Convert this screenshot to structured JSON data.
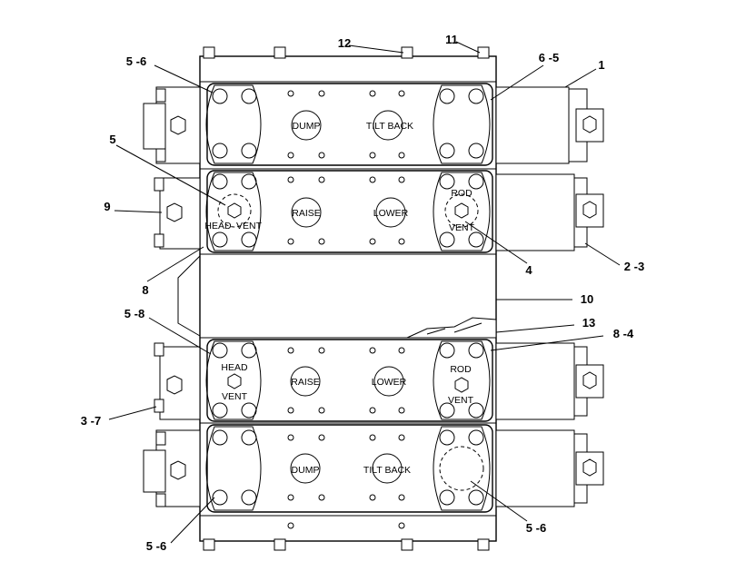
{
  "diagram": {
    "callouts": {
      "c1": "1",
      "c2_3": "2 -3",
      "c3_7": "3 -7",
      "c4": "4",
      "c5": "5",
      "c5_6_tl": "5 -6",
      "c5_6_br": "5 -6",
      "c5_6_bl": "5 -6",
      "c5_8": "5 -8",
      "c6_5": "6 -5",
      "c8": "8",
      "c8_4": "8 -4",
      "c9": "9",
      "c10": "10",
      "c11": "11",
      "c12": "12",
      "c13": "13"
    },
    "sections": [
      {
        "left": "DUMP",
        "right": "TILT BACK"
      },
      {
        "left": "RAISE",
        "right": "LOWER",
        "port_left_a": "HEAD",
        "port_left_b": "VENT",
        "port_right_a": "ROD",
        "port_right_b": "VENT"
      },
      {
        "left": "RAISE",
        "right": "LOWER",
        "port_left_a": "HEAD",
        "port_left_b": "VENT",
        "port_right_a": "ROD",
        "port_right_b": "VENT"
      },
      {
        "left": "DUMP",
        "right": "TILT BACK"
      }
    ]
  }
}
